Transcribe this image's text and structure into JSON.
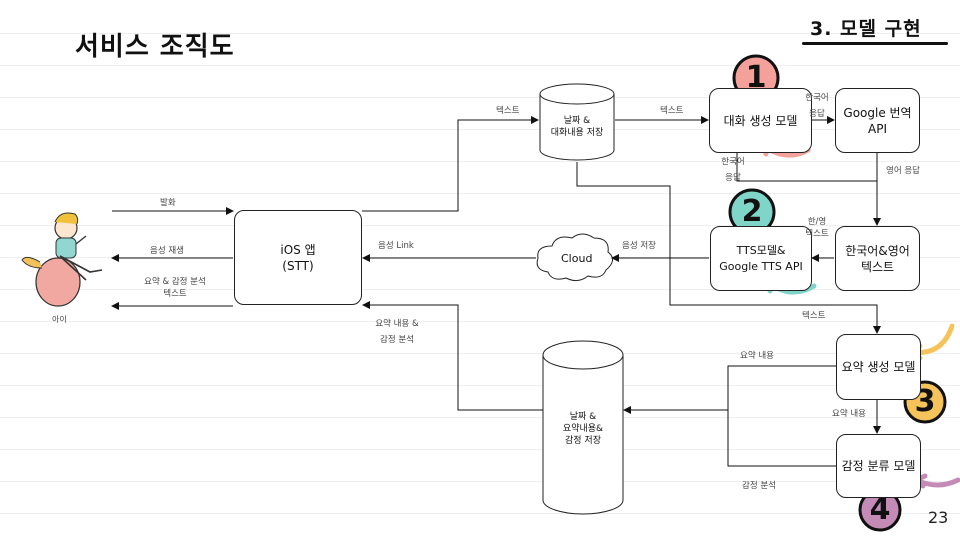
{
  "title": "서비스 조직도",
  "section": "3. 모델 구현",
  "page_number": "23",
  "user_caption": "아이",
  "nodes": {
    "ios_app": {
      "line1": "iOS 앱",
      "line2": "(STT)"
    },
    "date_convo_store": {
      "line1": "날짜 &",
      "line2": "대화내용 저장"
    },
    "dialogue_model": "대화 생성 모델",
    "google_translate": {
      "line1": "Google 번역",
      "line2": "API"
    },
    "tts_model": {
      "line1": "TTS모델&",
      "line2": "Google TTS API"
    },
    "kor_eng_text": {
      "line1": "한국어&영어",
      "line2": "텍스트"
    },
    "cloud": "Cloud",
    "summary_model": "요약 생성 모델",
    "emotion_model": "감정 분류 모델",
    "summary_store": {
      "line1": "날짜 &",
      "line2": "요약내용&",
      "line3": "감정 저장"
    }
  },
  "edges": {
    "conversation": "발화",
    "voice_play": "음성 재생",
    "summary_emotion_line1": "요약 & 감정 분석",
    "summary_emotion_line2": "텍스트",
    "text_to_store": "텍스트",
    "text_to_model": "텍스트",
    "korean_response_right_line1": "한국어",
    "korean_response_right_line2": "응답",
    "korean_response_down_line1": "한국어",
    "korean_response_down_line2": "응답",
    "english_response": "영어 응답",
    "kor_eng_line1": "한/영",
    "kor_eng_line2": "텍스트",
    "voice_save": "음성 저장",
    "voice_link": "음성 Link",
    "summary_content_line1": "요약 내용 &",
    "summary_content_line2": "감정 분석",
    "text_to_summary": "텍스트",
    "summary_content_left": "요약 내용",
    "summary_content_down": "요약 내용",
    "emotion_analysis": "감정 분석"
  },
  "markers": [
    {
      "number": "1",
      "color": "#f4a19b"
    },
    {
      "number": "2",
      "color": "#7fd6c8"
    },
    {
      "number": "3",
      "color": "#f6c35a"
    },
    {
      "number": "4",
      "color": "#c58bb7"
    }
  ]
}
